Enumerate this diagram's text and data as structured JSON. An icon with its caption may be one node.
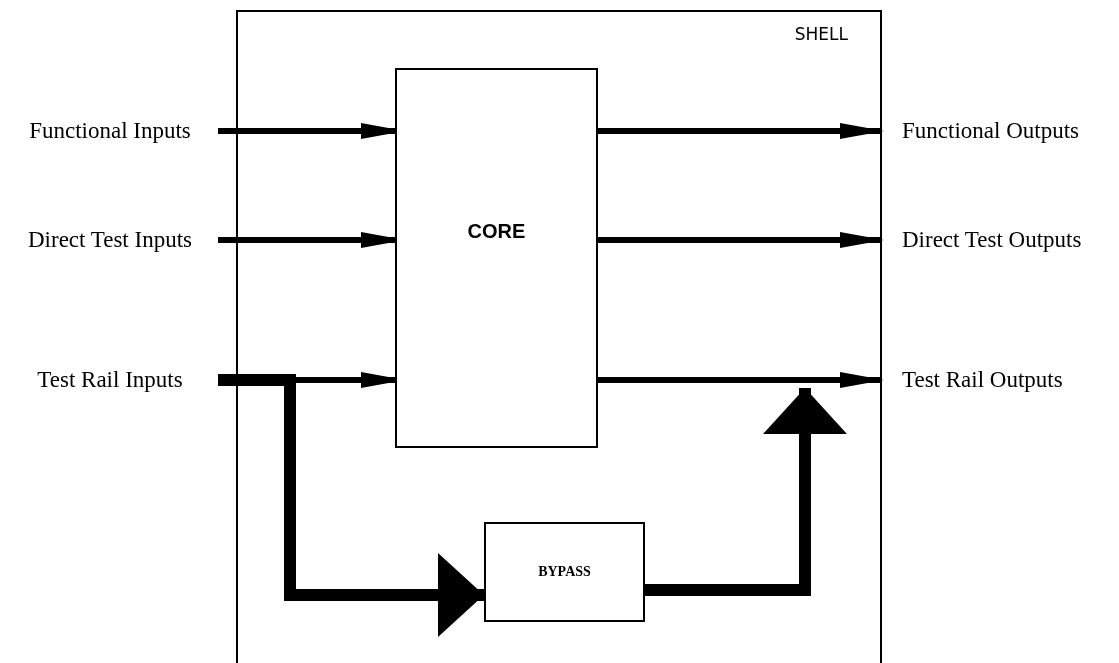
{
  "diagram": {
    "nodes": [
      {
        "text": [
          "SHELL"
        ]
      },
      {
        "text": [
          "CORE"
        ],
        "in": 0
      },
      {
        "text": [
          "BYPASS"
        ],
        "in": 0
      },
      {
        "text": [
          "Functional Inputs"
        ]
      },
      {
        "text": [
          "Direct Test Inputs"
        ]
      },
      {
        "text": [
          "Test Rail Inputs"
        ]
      },
      {
        "text": [
          "Functional Outputs"
        ]
      },
      {
        "text": [
          "Direct Test Outputs"
        ]
      },
      {
        "text": [
          "Test Rail Outputs"
        ]
      }
    ],
    "edges": [
      {
        "from": 3,
        "to": 1,
        "arrow": "to"
      },
      {
        "from": 4,
        "to": 1,
        "arrow": "to"
      },
      {
        "from": 5,
        "to": 1,
        "arrow": "to"
      },
      {
        "from": 1,
        "to": 6,
        "arrow": "to"
      },
      {
        "from": 1,
        "to": 7,
        "arrow": "to"
      },
      {
        "from": 1,
        "to": 8,
        "arrow": "to"
      },
      {
        "from": 5,
        "to": 2,
        "arrow": "to",
        "style": "thick"
      },
      {
        "from": 2,
        "to": 8,
        "arrow": "to",
        "style": "thick"
      }
    ]
  }
}
